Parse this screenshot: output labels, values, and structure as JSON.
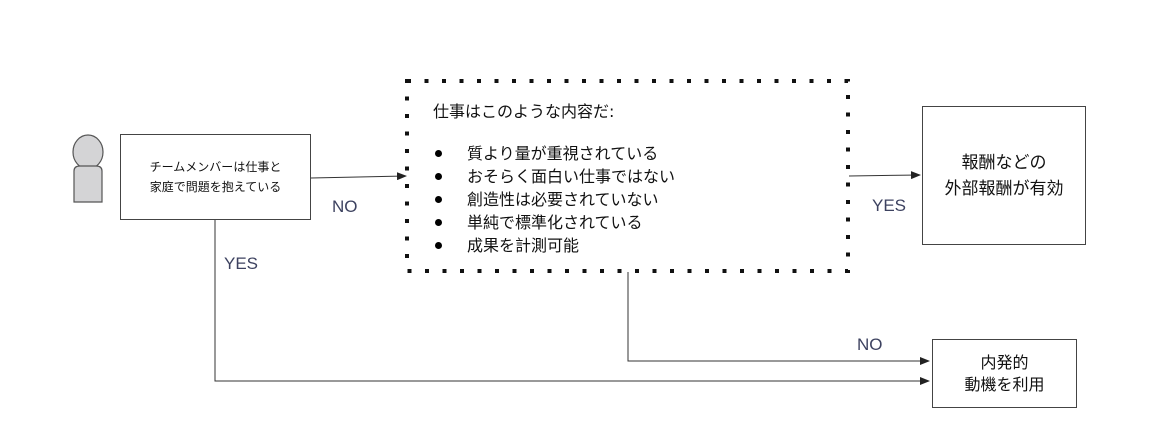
{
  "diagram": {
    "person_icon": "user-icon",
    "start_box": {
      "lines": [
        "チームメンバーは仕事と",
        "家庭で問題を抱えている"
      ]
    },
    "condition_box": {
      "title": "仕事はこのような内容だ:",
      "items": [
        "質より量が重視されている",
        "おそらく面白い仕事ではない",
        "創造性は必要されていない",
        "単純で標準化されている",
        "成果を計測可能"
      ]
    },
    "extrinsic_box": {
      "lines": [
        "報酬などの",
        "外部報酬が有効"
      ]
    },
    "intrinsic_box": {
      "lines": [
        "内発的",
        "動機を利用"
      ]
    },
    "edge_labels": {
      "start_no": "NO",
      "start_yes": "YES",
      "condition_yes": "YES",
      "condition_no": "NO"
    },
    "colors": {
      "line": "#333333",
      "label": "#3d4260",
      "person_fill": "#d4d4d6",
      "person_stroke": "#555555"
    }
  }
}
